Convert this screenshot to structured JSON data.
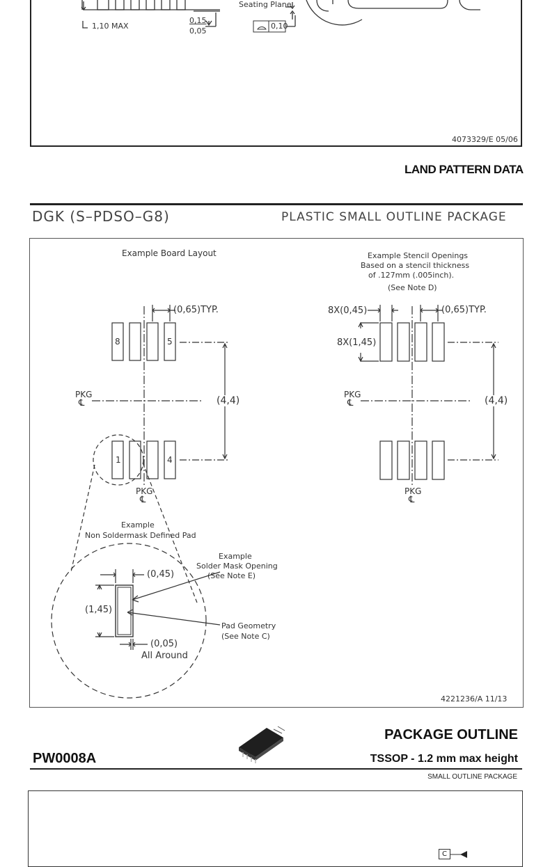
{
  "top_drawing": {
    "dim_height_max": "1,10 MAX",
    "dim_standoff_top": "0,15",
    "dim_standoff_bottom": "0,05",
    "seating_plane": "Seating Plane",
    "flatness_value": "0,10",
    "drawing_number": "4073329/E 05/06"
  },
  "land_pattern_heading": "LAND PATTERN DATA",
  "land_pattern_header": {
    "package_code": "DGK (S–PDSO–G8)",
    "package_type": "PLASTIC SMALL OUTLINE PACKAGE"
  },
  "board_layout": {
    "title": "Example Board Layout",
    "pitch": "(0,65)TYP.",
    "pin8": "8",
    "pin5": "5",
    "pin1": "1",
    "pin4": "4",
    "span": "(4,4)",
    "pkg_left": "PKG",
    "pkg_bottom": "PKG",
    "centerline_symbol": "℄"
  },
  "stencil": {
    "title_line1": "Example Stencil Openings",
    "title_line2": "Based on a stencil thickness",
    "title_line3": "of .127mm (.005inch).",
    "note": "(See Note D)",
    "width_dim": "8X(0,45)",
    "length_dim": "8X(1,45)",
    "pitch": "(0,65)TYP.",
    "span": "(4,4)",
    "pkg_left": "PKG",
    "pkg_bottom": "PKG"
  },
  "pad_detail": {
    "title_line1": "Example",
    "title_line2": "Non Soldermask Defined Pad",
    "mask_line1": "Example",
    "mask_line2": "Solder Mask Opening",
    "mask_line3": "(See Note E)",
    "pad_width": "(0,45)",
    "pad_length": "(1,45)",
    "geom_line1": "Pad Geometry",
    "geom_line2": "(See Note C)",
    "clearance": "(0,05)",
    "clearance_note": "All Around"
  },
  "land_drawing_number": "4221236/A  11/13",
  "outline": {
    "part": "PW0008A",
    "title": "PACKAGE OUTLINE",
    "subtitle": "TSSOP - 1.2 mm max height",
    "category": "SMALL OUTLINE PACKAGE",
    "datum": "C"
  }
}
